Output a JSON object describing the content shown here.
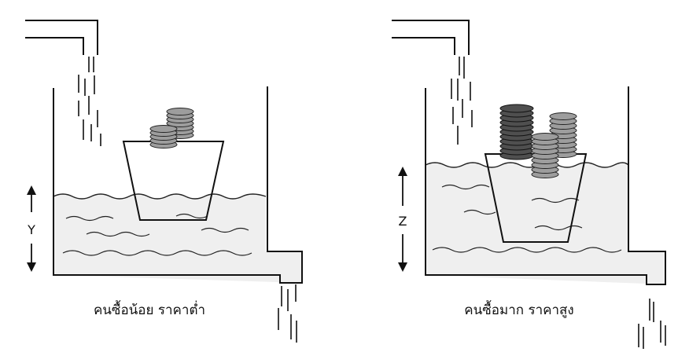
{
  "panels": [
    {
      "caption": "คนซื้อน้อย ราคาต่ำ",
      "level_label": "Y"
    },
    {
      "caption": "คนซื้อมาก ราคาสูง",
      "level_label": "Z"
    }
  ],
  "colors": {
    "water": "#efefef",
    "outline": "#111111",
    "coin_light": "#a9a9a9",
    "coin_dark": "#555555"
  }
}
